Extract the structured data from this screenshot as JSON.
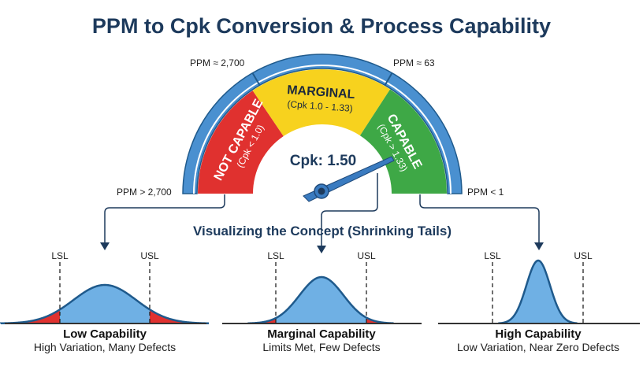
{
  "title": "PPM to Cpk Conversion & Process Capability",
  "gauge": {
    "ppm_left_boundary": "PPM ≈ 2,700",
    "ppm_right_boundary": "PPM ≈ 63",
    "ppm_low": "PPM > 2,700",
    "ppm_high": "PPM < 1",
    "zones": [
      {
        "label": "NOT CAPABLE",
        "range": "(Cpk < 1.0)",
        "color": "#e0312f"
      },
      {
        "label": "MARGINAL",
        "range": "(Cpk 1.0 - 1.33)",
        "color": "#f7d21e"
      },
      {
        "label": "CAPABLE",
        "range": "(Cpk > 1.33)",
        "color": "#3ea846"
      }
    ],
    "reading": "Cpk: 1.50",
    "value": 1.5
  },
  "subtitle": "Visualizing the Concept (Shrinking Tails)",
  "panels": [
    {
      "lsl": "LSL",
      "usl": "USL",
      "title": "Low Capability",
      "desc": "High Variation, Many Defects"
    },
    {
      "lsl": "LSL",
      "usl": "USL",
      "title": "Marginal Capability",
      "desc": "Limits Met, Few Defects"
    },
    {
      "lsl": "LSL",
      "usl": "USL",
      "title": "High Capability",
      "desc": "Low Variation, Near Zero Defects"
    }
  ],
  "colors": {
    "arc": "#4a90d0",
    "curve_fill": "#6fb0e4",
    "curve_stroke": "#1f5a8c",
    "tail": "#e0312f",
    "dark": "#1d3a5c"
  }
}
